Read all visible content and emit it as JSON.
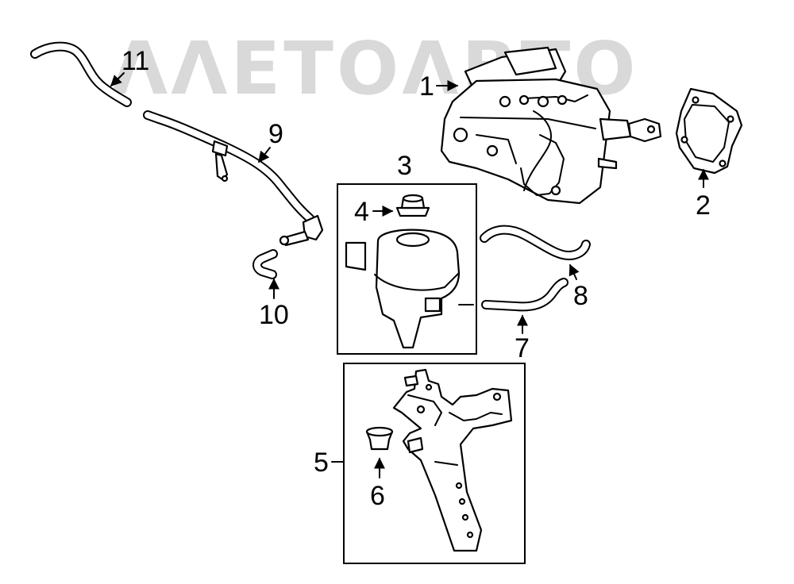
{
  "watermark": {
    "text": "ΛΛΕΤΟΛΒΤΟ",
    "color": "#d9d9d9"
  },
  "callouts": {
    "c1": "1",
    "c2": "2",
    "c3": "3",
    "c4": "4",
    "c5": "5",
    "c6": "6",
    "c7": "7",
    "c8": "8",
    "c9": "9",
    "c10": "10",
    "c11": "11"
  }
}
